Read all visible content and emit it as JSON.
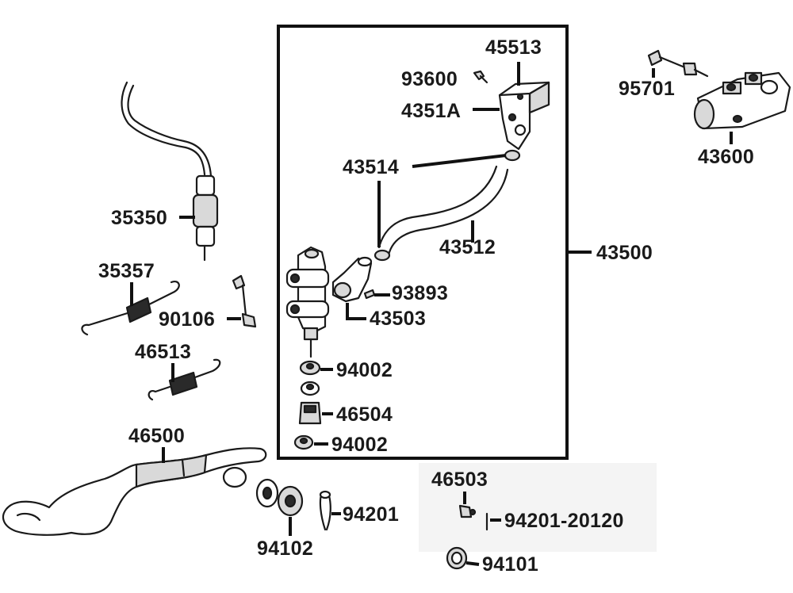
{
  "labels": {
    "p45513": "45513",
    "p93600": "93600",
    "p4351A": "4351A",
    "p43514": "43514",
    "p43512": "43512",
    "p43500": "43500",
    "p93893": "93893",
    "p43503": "43503",
    "p94002a": "94002",
    "p46504": "46504",
    "p94002b": "94002",
    "p95701": "95701",
    "p43600": "43600",
    "p35350": "35350",
    "p35357": "35357",
    "p90106": "90106",
    "p46513": "46513",
    "p46500": "46500",
    "p94201": "94201",
    "p94102": "94102",
    "p46503": "46503",
    "p94201_20120": "94201-20120",
    "p94101": "94101"
  }
}
